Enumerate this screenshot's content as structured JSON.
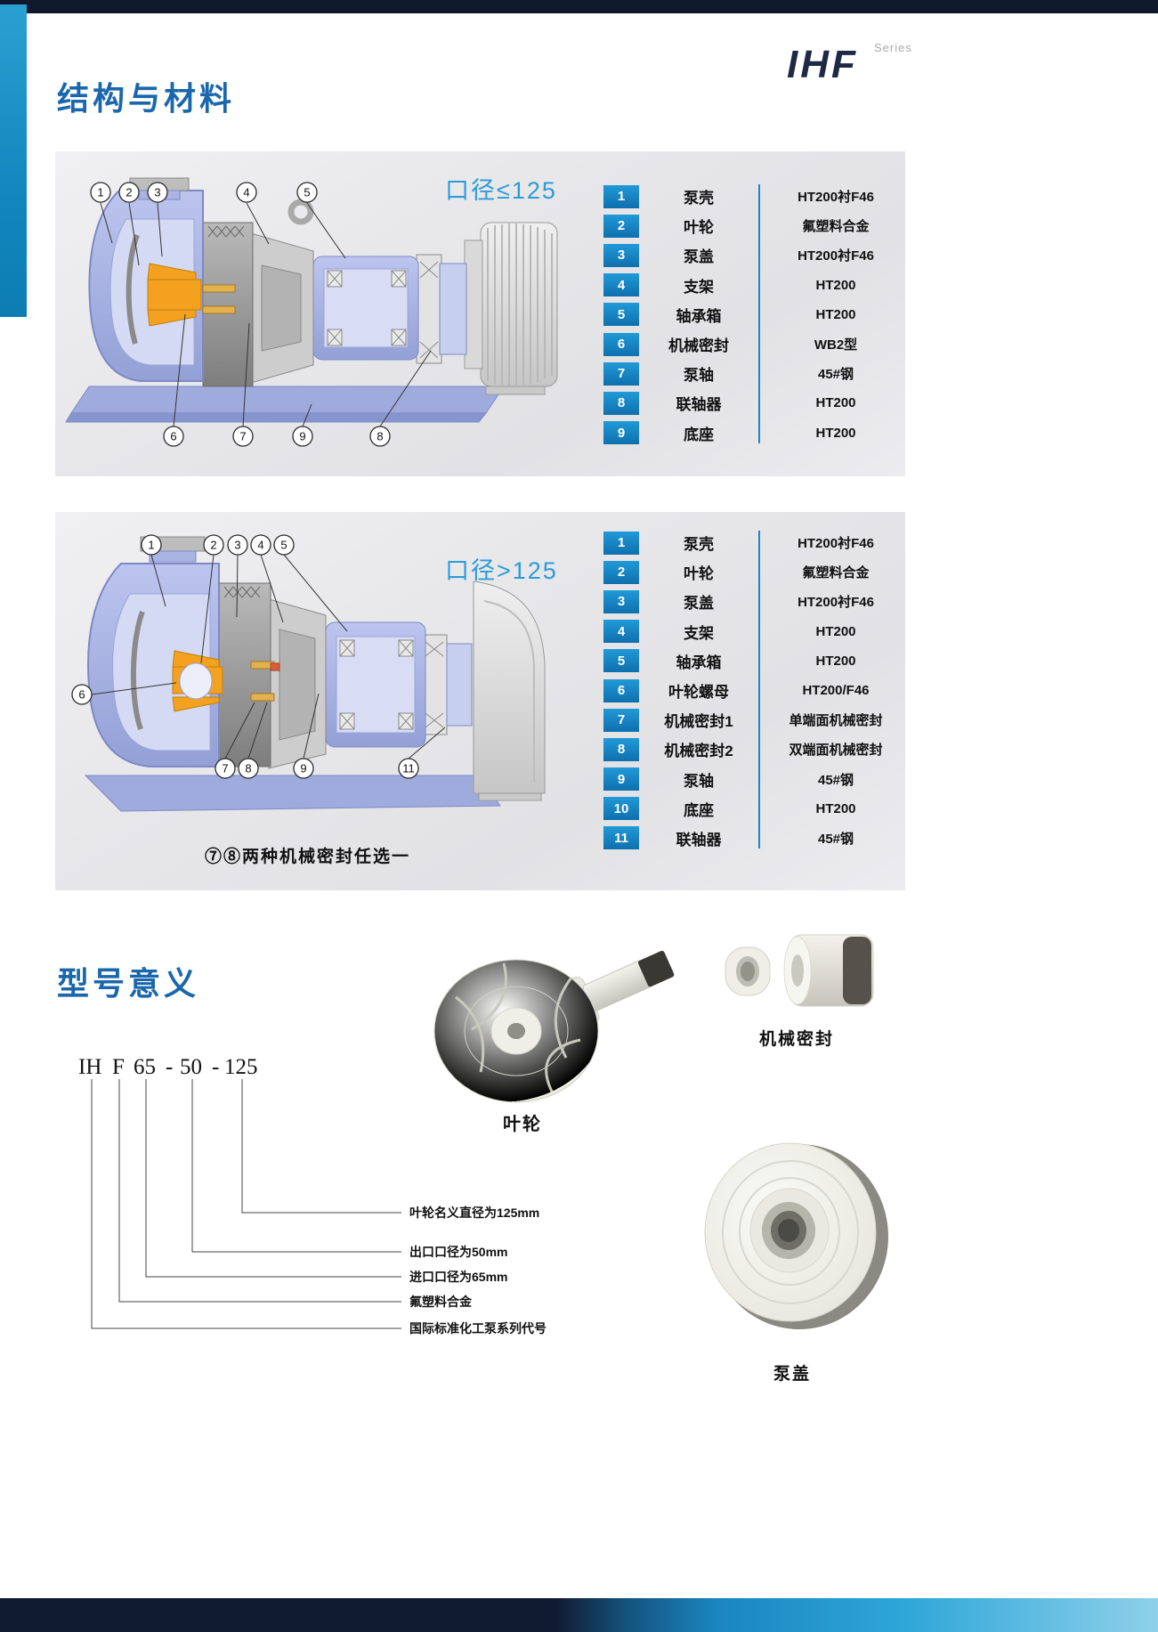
{
  "brand": {
    "name": "IHF",
    "series": "Series"
  },
  "structure_section": {
    "title": "结构与材料",
    "panels": [
      {
        "caption": "口径≤125",
        "callouts": [
          "1",
          "2",
          "3",
          "4",
          "5",
          "6",
          "7",
          "8",
          "9"
        ],
        "rows": [
          {
            "num": "1",
            "part": "泵壳",
            "material": "HT200衬F46"
          },
          {
            "num": "2",
            "part": "叶轮",
            "material": "氟塑料合金"
          },
          {
            "num": "3",
            "part": "泵盖",
            "material": "HT200衬F46"
          },
          {
            "num": "4",
            "part": "支架",
            "material": "HT200"
          },
          {
            "num": "5",
            "part": "轴承箱",
            "material": "HT200"
          },
          {
            "num": "6",
            "part": "机械密封",
            "material": "WB2型"
          },
          {
            "num": "7",
            "part": "泵轴",
            "material": "45#钢"
          },
          {
            "num": "8",
            "part": "联轴器",
            "material": "HT200"
          },
          {
            "num": "9",
            "part": "底座",
            "material": "HT200"
          }
        ]
      },
      {
        "caption": "口径>125",
        "note": "⑦⑧两种机械密封任选一",
        "callouts": [
          "1",
          "2",
          "3",
          "4",
          "5",
          "6",
          "7",
          "8",
          "9",
          "11"
        ],
        "rows": [
          {
            "num": "1",
            "part": "泵壳",
            "material": "HT200衬F46"
          },
          {
            "num": "2",
            "part": "叶轮",
            "material": "氟塑料合金"
          },
          {
            "num": "3",
            "part": "泵盖",
            "material": "HT200衬F46"
          },
          {
            "num": "4",
            "part": "支架",
            "material": "HT200"
          },
          {
            "num": "5",
            "part": "轴承箱",
            "material": "HT200"
          },
          {
            "num": "6",
            "part": "叶轮螺母",
            "material": "HT200/F46"
          },
          {
            "num": "7",
            "part": "机械密封1",
            "material": "单端面机械密封"
          },
          {
            "num": "8",
            "part": "机械密封2",
            "material": "双端面机械密封"
          },
          {
            "num": "9",
            "part": "泵轴",
            "material": "45#钢"
          },
          {
            "num": "10",
            "part": "底座",
            "material": "HT200"
          },
          {
            "num": "11",
            "part": "联轴器",
            "material": "45#钢"
          }
        ]
      }
    ]
  },
  "model_section": {
    "title": "型号意义",
    "tokens": [
      "IH",
      "F",
      "65",
      "-",
      "50",
      "-",
      "125"
    ],
    "legend": [
      "叶轮名义直径为125mm",
      "出口口径为50mm",
      "进口口径为65mm",
      "氟塑料合金",
      "国际标准化工泵系列代号"
    ],
    "photos": {
      "impeller": "叶轮",
      "seal": "机械密封",
      "cover": "泵盖"
    }
  },
  "colors": {
    "accent_blue": "#1b87c9",
    "title_blue": "#1a67ad",
    "caption_blue": "#2b9cd8",
    "teal": "#1794c4",
    "navy": "#131c33",
    "impeller_orange": "#f3a11f",
    "periwinkle": "#a9b4e0"
  }
}
